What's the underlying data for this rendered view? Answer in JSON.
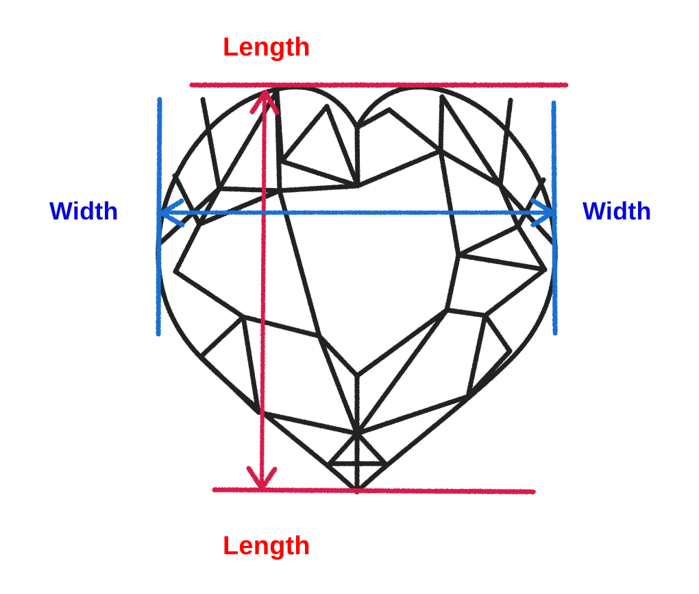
{
  "page": {
    "title": "Heart Shape Diamond Length and Width Measurement Diagram",
    "background_color": "#ffffff"
  },
  "colors": {
    "length_red": "#FF0000",
    "length_line_red": "#D81E4A",
    "width_blue": "#0707D8",
    "width_line_blue": "#1F6FD0",
    "facet_black": "#242424"
  },
  "labels": {
    "length_top": "Length",
    "length_bottom": "Length",
    "width_left": "Width",
    "width_right": "Width"
  },
  "annotations": {
    "length_guide_top_line": "horizontal red guide line at top of heart",
    "length_guide_bottom_line": "horizontal red guide line at bottom point of heart",
    "length_arrow": "vertical red double-headed arrow spanning top to bottom",
    "width_guide_left_line": "vertical blue guide line at left edge of heart",
    "width_guide_right_line": "vertical blue guide line at right edge of heart",
    "width_arrow": "horizontal blue double-headed arrow spanning left to right"
  },
  "diagram": {
    "shape": "heart-brilliant-cut-diamond",
    "description": "Hand-drawn heart shaped diamond outline with brilliant cut facet lines, annotated with Length (vertical, red) and Width (horizontal, blue) measurements",
    "measurement_axes": [
      {
        "name": "Length",
        "orientation": "vertical",
        "color": "#FF0000"
      },
      {
        "name": "Width",
        "orientation": "horizontal",
        "color": "#0707D8"
      }
    ]
  }
}
